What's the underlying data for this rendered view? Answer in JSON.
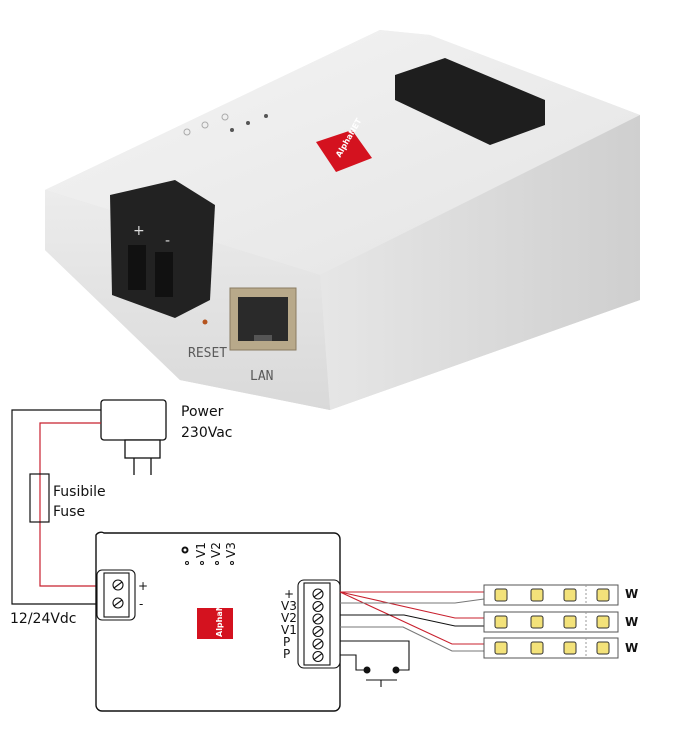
{
  "photo": {
    "reset_label": "RESET",
    "lan_label": "LAN",
    "plus": "+",
    "minus": "-",
    "logo_text": "AlphaNET"
  },
  "diagram": {
    "power_label_1": "Power",
    "power_label_2": "230Vac",
    "fuse_label_1": "Fusibile",
    "fuse_label_2": "Fuse",
    "supply_label": "12/24Vdc",
    "input_plus": "+",
    "input_minus": "-",
    "leds": [
      "V1",
      "V2",
      "V3"
    ],
    "output_pins": [
      "+",
      "V3",
      "V2",
      "V1",
      "P",
      "P"
    ],
    "strip_labels": [
      "W",
      "W",
      "W"
    ],
    "logo_text": "AlphaNET"
  },
  "colors": {
    "red_wire": "#c8202e",
    "logo_red": "#d4121f"
  }
}
